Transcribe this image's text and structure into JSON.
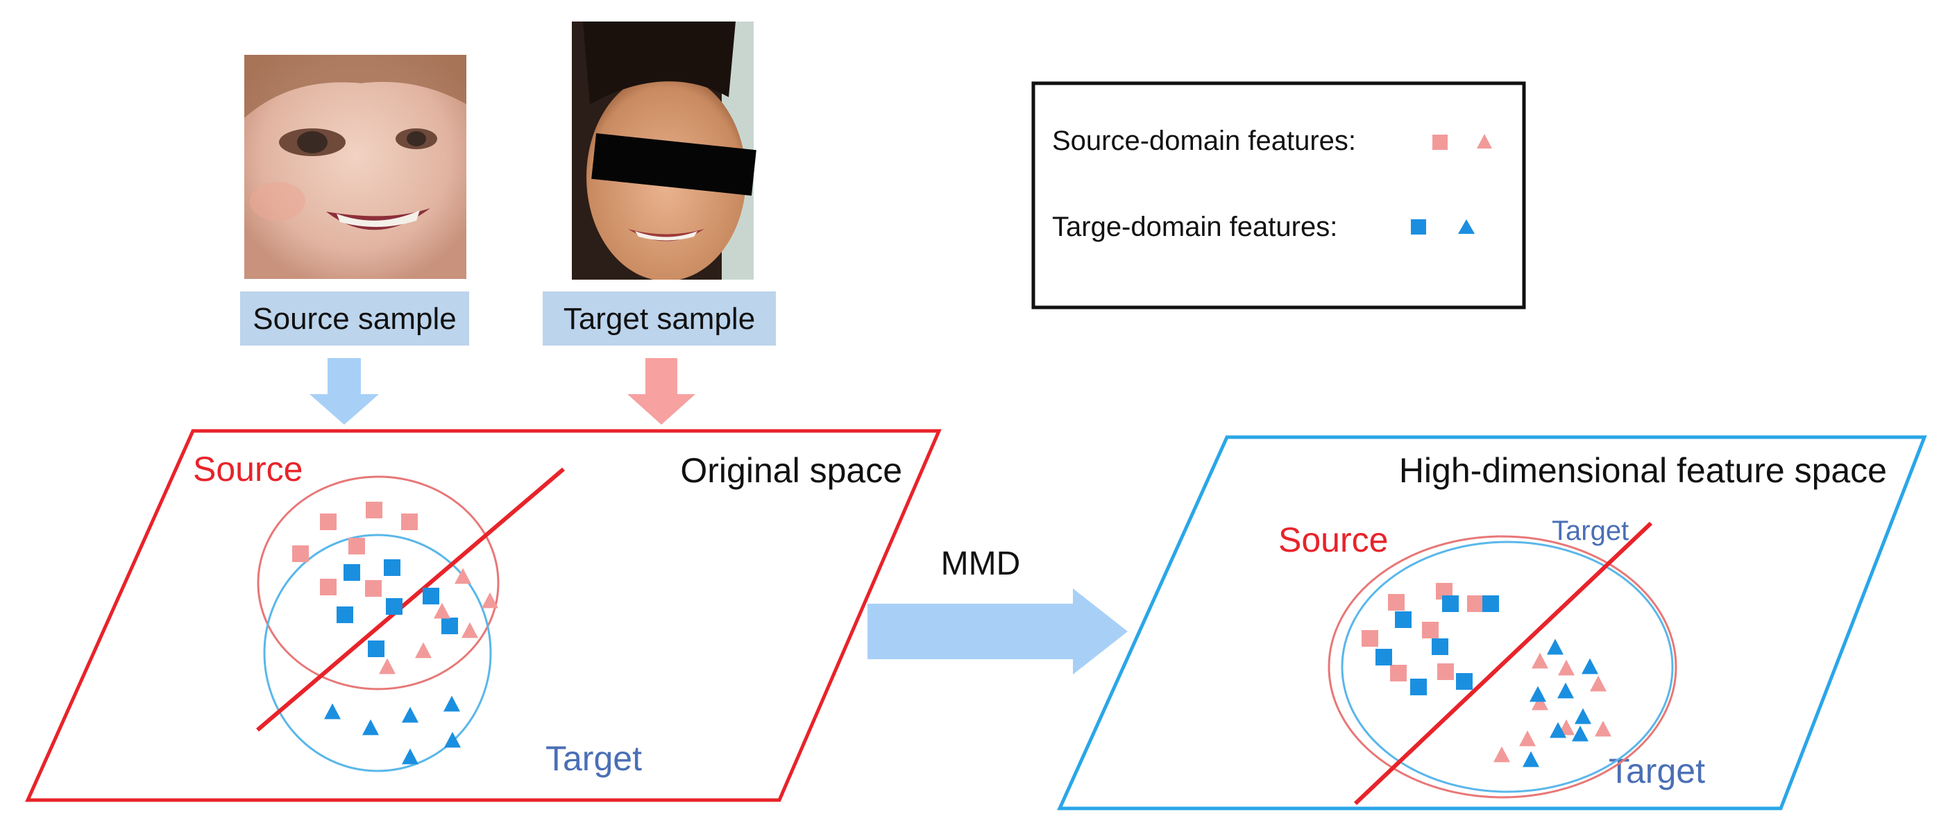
{
  "samples": {
    "source": {
      "label": "Source sample",
      "photo": "child-face-photo"
    },
    "target": {
      "label": "Target sample",
      "photo": "woman-face-photo-eyes-censored"
    }
  },
  "legend": {
    "source_label": "Source-domain features:",
    "target_label": "Targe-domain features:"
  },
  "left_panel": {
    "title": "Original space",
    "source_label": "Source",
    "target_label": "Target"
  },
  "arrow": {
    "label": "MMD"
  },
  "right_panel": {
    "title": "High-dimensional feature space",
    "source_label": "Source",
    "target_label_top": "Target",
    "target_label_bottom": "Target"
  },
  "colors": {
    "source": "#f29a9a",
    "target": "#1a8fe0",
    "source_frame": "#e8232a",
    "target_frame": "#2aa6e8",
    "arrow_blue": "#a8d0f7",
    "arrow_pink": "#f7a1a1",
    "label_box": "#bcd4ec",
    "target_text": "#4a6fb5"
  }
}
